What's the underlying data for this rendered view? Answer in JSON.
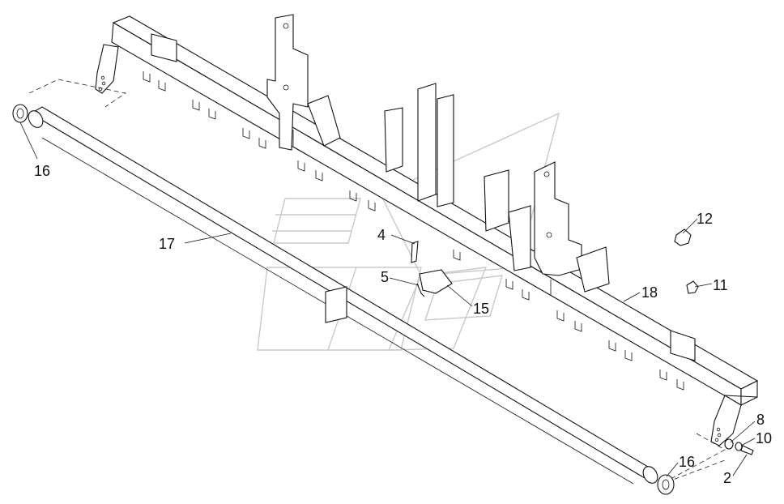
{
  "callouts": [
    {
      "id": "c16a",
      "label": "16",
      "part": "end-cap-left"
    },
    {
      "id": "c17",
      "label": "17",
      "part": "tube-shaft"
    },
    {
      "id": "c4",
      "label": "4",
      "part": "bolt"
    },
    {
      "id": "c5",
      "label": "5",
      "part": "bolt-small"
    },
    {
      "id": "c15",
      "label": "15",
      "part": "clamp"
    },
    {
      "id": "c12",
      "label": "12",
      "part": "nut-large"
    },
    {
      "id": "c11",
      "label": "11",
      "part": "nut-small"
    },
    {
      "id": "c18",
      "label": "18",
      "part": "frame-beam"
    },
    {
      "id": "c8",
      "label": "8",
      "part": "washer"
    },
    {
      "id": "c10",
      "label": "10",
      "part": "lock-washer"
    },
    {
      "id": "c2",
      "label": "2",
      "part": "screw"
    },
    {
      "id": "c16b",
      "label": "16",
      "part": "end-cap-right"
    }
  ],
  "colors": {
    "ink": "#111111",
    "watermark": "#c9c9c9",
    "paper": "#ffffff"
  }
}
